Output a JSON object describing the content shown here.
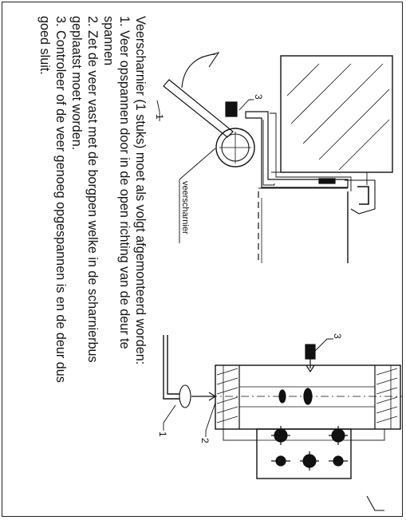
{
  "instructions": {
    "title": "Veerscharnier (1 stuks) moet als volgt afgemonteerd worden:",
    "step1_line1": "1. Veer opspannen door in de open richting van de deur te",
    "step1_line2": "spannen",
    "step2_line1": "2. Zet de veer vast met de borgpen welke in de scharnierbus",
    "step2_line2": "geplaatst moet worden.",
    "step3_line1": "3. Controleer of de veer genoeg opgespannen is en de deur dus",
    "step3_line2": "goed sluit."
  },
  "drawing_top": {
    "callout_1": "1",
    "callout_3": "3",
    "hinge_label": "veerscharnier"
  },
  "drawing_bottom": {
    "callout_1": "1",
    "callout_2": "2",
    "callout_3": "3"
  }
}
